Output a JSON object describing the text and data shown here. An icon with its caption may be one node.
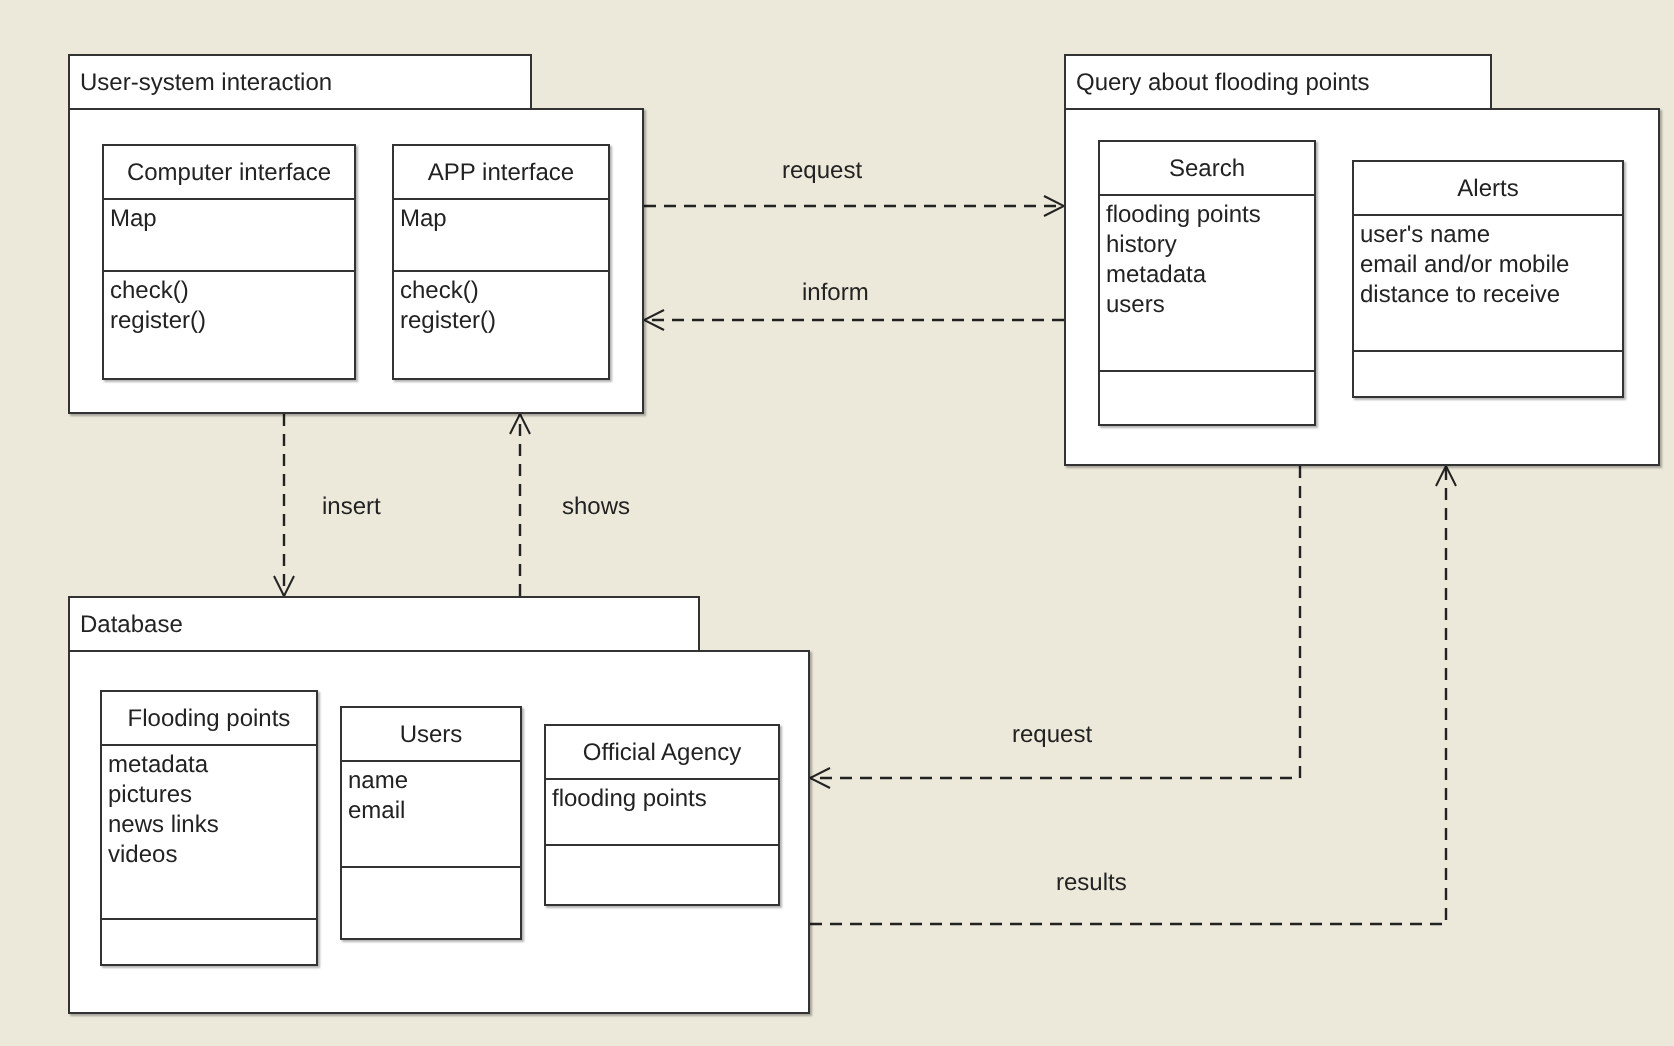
{
  "diagram": {
    "nodes": [
      {
        "text": [
          "User-system interaction"
        ]
      },
      {
        "text": [
          "Computer interface",
          "Map",
          "check()",
          "register()"
        ],
        "in": 0
      },
      {
        "text": [
          "APP interface",
          "Map",
          "check()",
          "register()"
        ],
        "in": 0
      },
      {
        "text": [
          "Query about flooding points"
        ]
      },
      {
        "text": [
          "Search",
          "flooding points",
          "history",
          "metadata",
          "users"
        ],
        "in": 3
      },
      {
        "text": [
          "Alerts",
          "user's name",
          "email and/or mobile",
          "distance to receive"
        ],
        "in": 3
      },
      {
        "text": [
          "Database"
        ]
      },
      {
        "text": [
          "Flooding points",
          "metadata",
          "pictures",
          "news links",
          "videos"
        ],
        "in": 6
      },
      {
        "text": [
          "Users",
          "name",
          "email"
        ],
        "in": 6
      },
      {
        "text": [
          "Official Agency",
          "flooding points"
        ],
        "in": 6
      }
    ],
    "edges": [
      {
        "from": 0,
        "to": 3,
        "arrow": "to",
        "label": "request",
        "style": "dashed"
      },
      {
        "from": 3,
        "to": 0,
        "arrow": "to",
        "label": "inform",
        "style": "dashed"
      },
      {
        "from": 0,
        "to": 6,
        "arrow": "to",
        "label": "insert",
        "style": "dashed"
      },
      {
        "from": 6,
        "to": 0,
        "arrow": "to",
        "label": "shows",
        "style": "dashed"
      },
      {
        "from": 3,
        "to": 6,
        "arrow": "to",
        "label": "request",
        "style": "dashed"
      },
      {
        "from": 6,
        "to": 3,
        "arrow": "to",
        "label": "results",
        "style": "dashed"
      }
    ]
  }
}
